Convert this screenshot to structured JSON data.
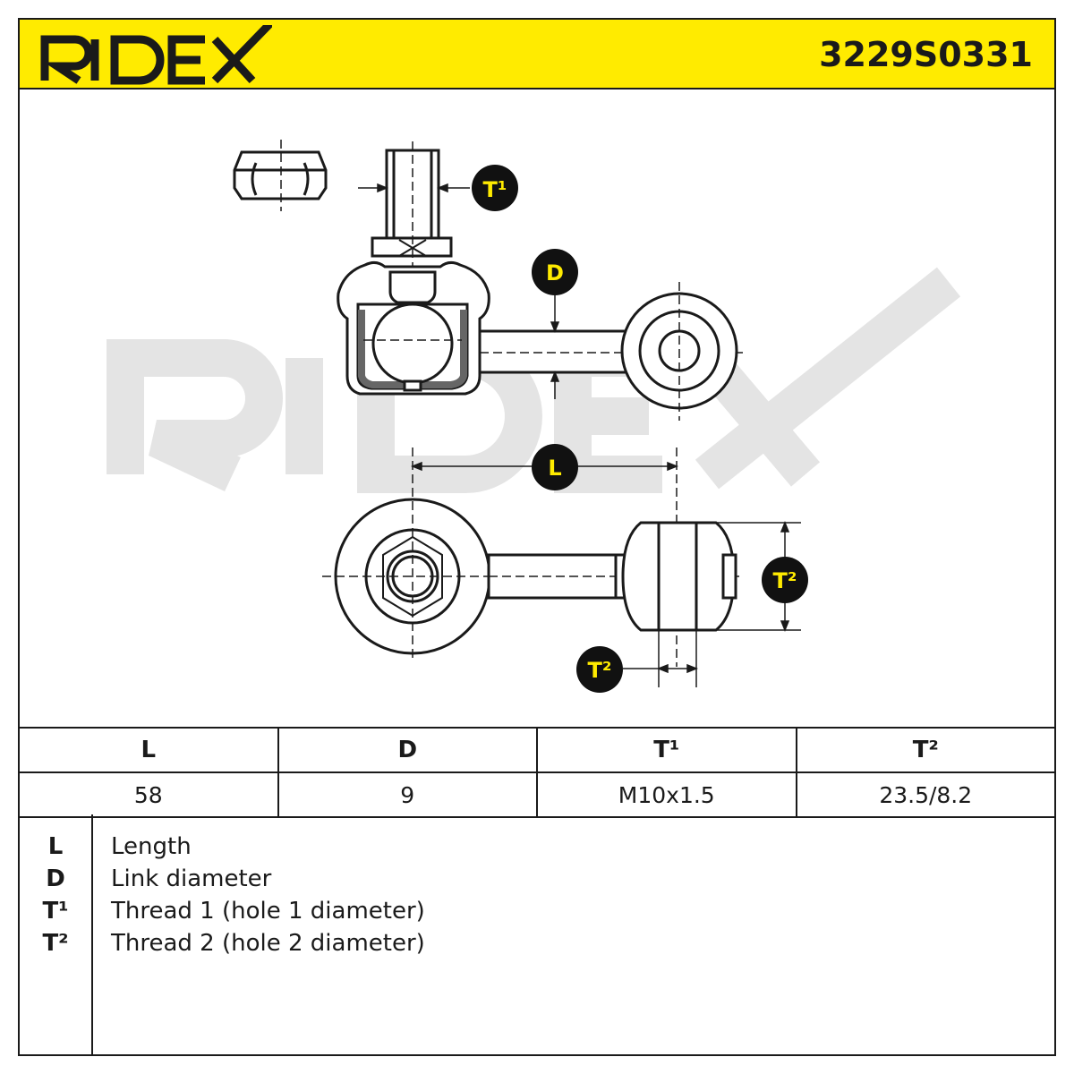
{
  "header": {
    "brand": "RIDEX",
    "part_number": "3229S0331",
    "background_color": "#ffeb00"
  },
  "drawing": {
    "watermark": "RIDEX",
    "callouts": {
      "t1": "T¹",
      "d": "D",
      "l": "L",
      "t2_side": "T²",
      "t2_bottom": "T²"
    }
  },
  "spec_table": {
    "headers": [
      "L",
      "D",
      "T¹",
      "T²"
    ],
    "values": [
      "58",
      "9",
      "M10x1.5",
      "23.5/8.2"
    ]
  },
  "legend": [
    {
      "key": "L",
      "label": "Length"
    },
    {
      "key": "D",
      "label": "Link diameter"
    },
    {
      "key": "T¹",
      "label": "Thread 1 (hole 1 diameter)"
    },
    {
      "key": "T²",
      "label": "Thread 2 (hole 2 diameter)"
    }
  ]
}
